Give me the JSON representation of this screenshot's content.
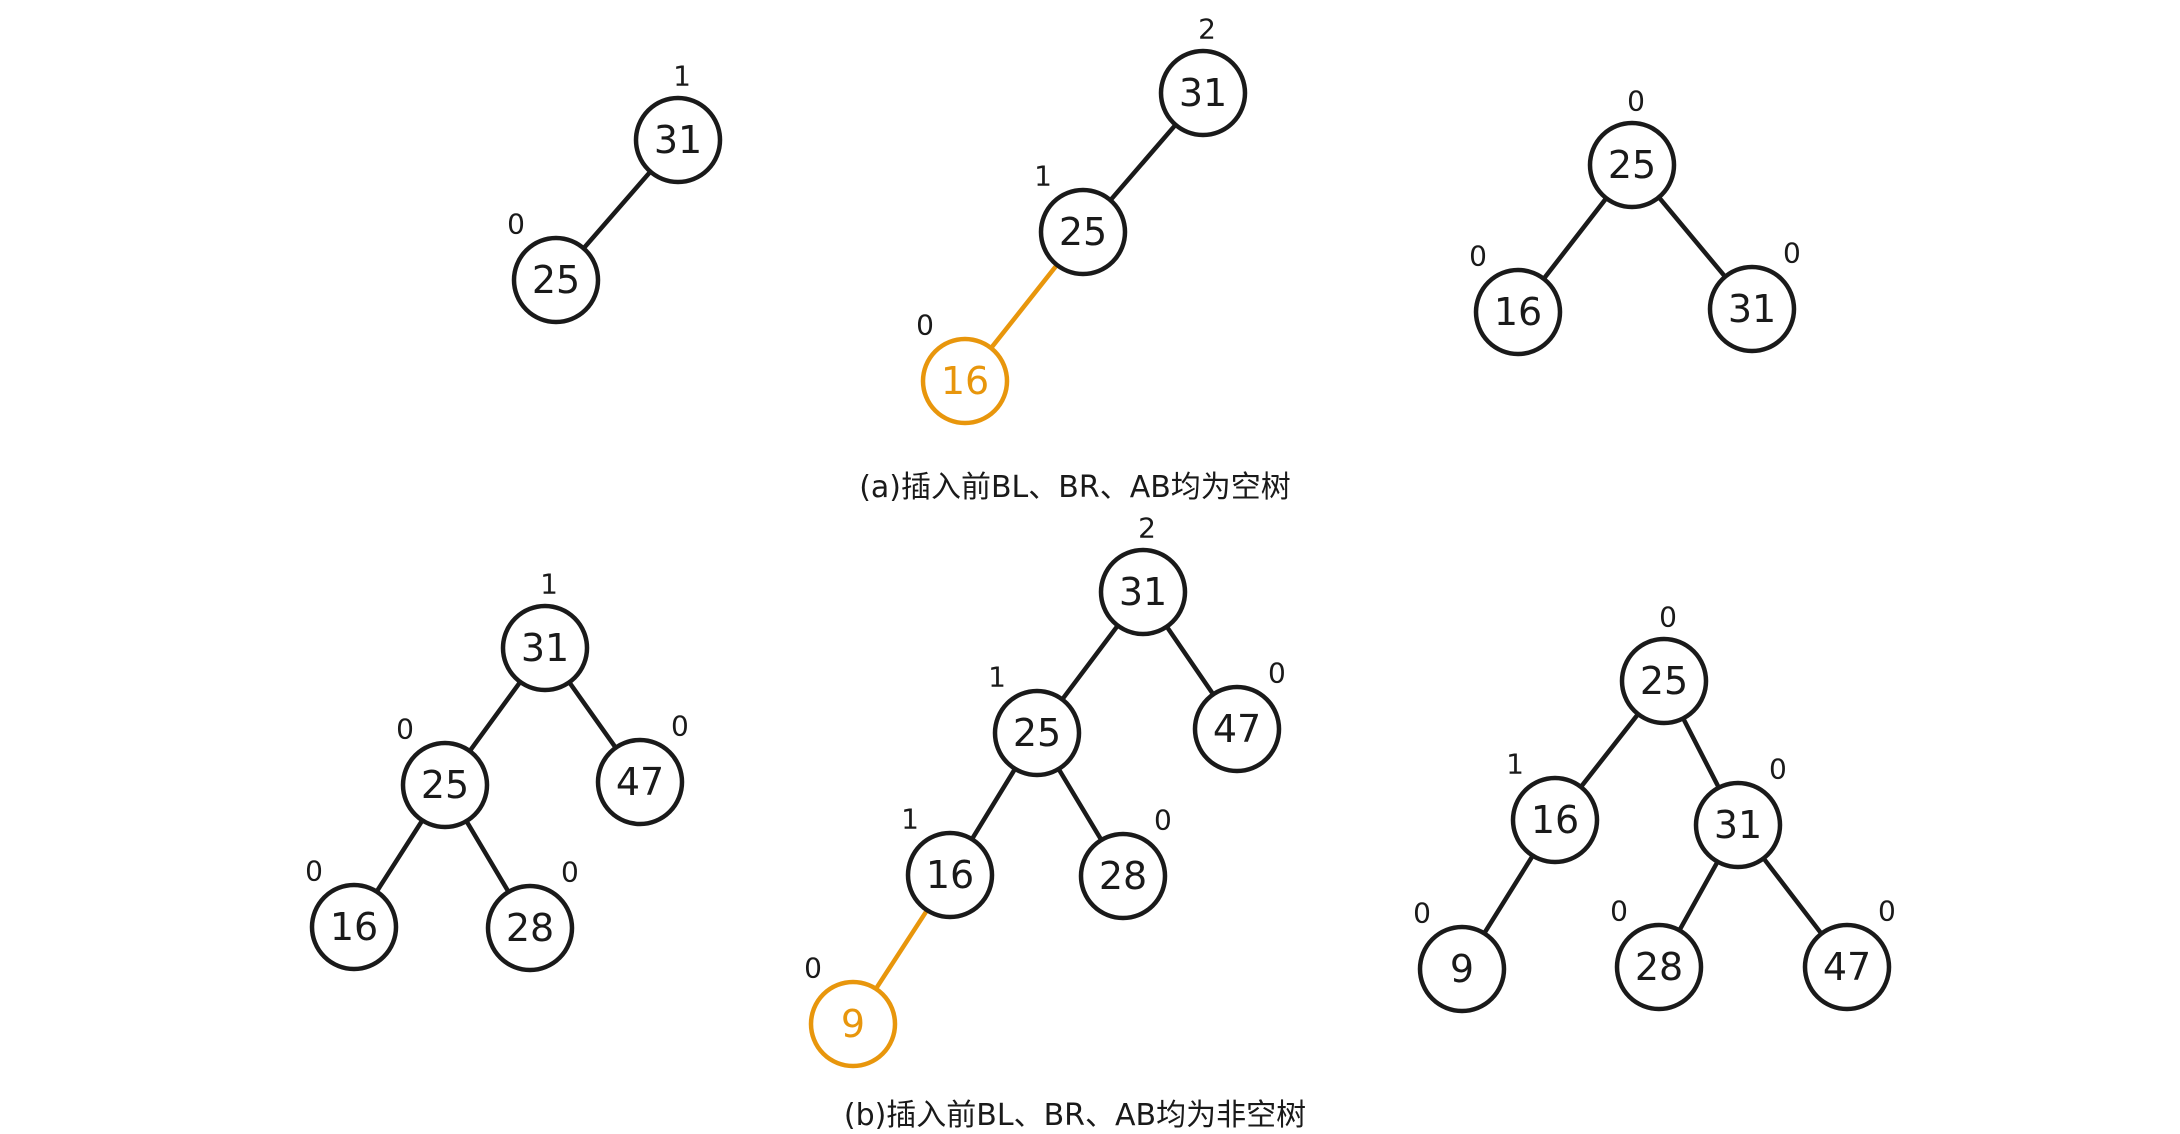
{
  "captions": {
    "a": "(a)插入前BL、BR、AB均为空树",
    "b": "(b)插入前BL、BR、AB均为非空树"
  },
  "colors": {
    "ink": "#1a1a1a",
    "highlight": "#e8960c"
  },
  "diagrams": [
    {
      "id": "a1",
      "nodes": [
        {
          "id": "n31",
          "value": "31",
          "balance": "1"
        },
        {
          "id": "n25",
          "value": "25",
          "balance": "0"
        }
      ],
      "edges": [
        [
          "n31",
          "n25"
        ]
      ]
    },
    {
      "id": "a2",
      "nodes": [
        {
          "id": "n31",
          "value": "31",
          "balance": "2"
        },
        {
          "id": "n25",
          "value": "25",
          "balance": "1"
        },
        {
          "id": "n16",
          "value": "16",
          "balance": "0",
          "highlight": true
        }
      ],
      "edges": [
        [
          "n31",
          "n25"
        ],
        [
          "n25",
          "n16",
          true
        ]
      ]
    },
    {
      "id": "a3",
      "nodes": [
        {
          "id": "n25",
          "value": "25",
          "balance": "0"
        },
        {
          "id": "n16",
          "value": "16",
          "balance": "0"
        },
        {
          "id": "n31",
          "value": "31",
          "balance": "0"
        }
      ],
      "edges": [
        [
          "n25",
          "n16"
        ],
        [
          "n25",
          "n31"
        ]
      ]
    },
    {
      "id": "b1",
      "nodes": [
        {
          "id": "n31",
          "value": "31",
          "balance": "1"
        },
        {
          "id": "n25",
          "value": "25",
          "balance": "0"
        },
        {
          "id": "n47",
          "value": "47",
          "balance": "0"
        },
        {
          "id": "n16",
          "value": "16",
          "balance": "0"
        },
        {
          "id": "n28",
          "value": "28",
          "balance": "0"
        }
      ],
      "edges": [
        [
          "n31",
          "n25"
        ],
        [
          "n31",
          "n47"
        ],
        [
          "n25",
          "n16"
        ],
        [
          "n25",
          "n28"
        ]
      ]
    },
    {
      "id": "b2",
      "nodes": [
        {
          "id": "n31",
          "value": "31",
          "balance": "2"
        },
        {
          "id": "n25",
          "value": "25",
          "balance": "1"
        },
        {
          "id": "n47",
          "value": "47",
          "balance": "0"
        },
        {
          "id": "n16",
          "value": "16",
          "balance": "1"
        },
        {
          "id": "n28",
          "value": "28",
          "balance": "0"
        },
        {
          "id": "n9",
          "value": "9",
          "balance": "0",
          "highlight": true
        }
      ],
      "edges": [
        [
          "n31",
          "n25"
        ],
        [
          "n31",
          "n47"
        ],
        [
          "n25",
          "n16"
        ],
        [
          "n25",
          "n28"
        ],
        [
          "n16",
          "n9",
          true
        ]
      ]
    },
    {
      "id": "b3",
      "nodes": [
        {
          "id": "n25",
          "value": "25",
          "balance": "0"
        },
        {
          "id": "n16",
          "value": "16",
          "balance": "1"
        },
        {
          "id": "n31",
          "value": "31",
          "balance": "0"
        },
        {
          "id": "n9",
          "value": "9",
          "balance": "0"
        },
        {
          "id": "n28",
          "value": "28",
          "balance": "0"
        },
        {
          "id": "n47",
          "value": "47",
          "balance": "0"
        }
      ],
      "edges": [
        [
          "n25",
          "n16"
        ],
        [
          "n25",
          "n31"
        ],
        [
          "n16",
          "n9"
        ],
        [
          "n31",
          "n28"
        ],
        [
          "n31",
          "n47"
        ]
      ]
    }
  ]
}
